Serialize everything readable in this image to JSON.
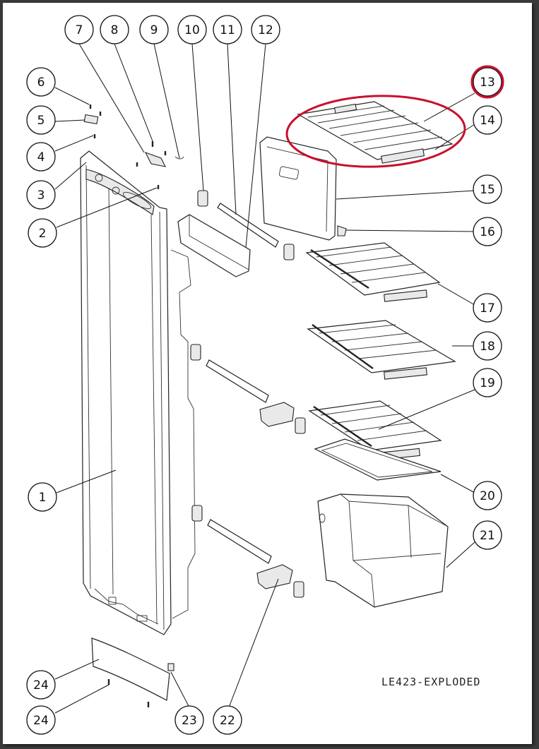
{
  "drawing_id": "LE423-EXPLODED",
  "callouts": [
    "1",
    "2",
    "3",
    "4",
    "5",
    "6",
    "7",
    "8",
    "9",
    "10",
    "11",
    "12",
    "13",
    "14",
    "15",
    "16",
    "17",
    "18",
    "19",
    "20",
    "21",
    "22",
    "23",
    "24",
    "24"
  ],
  "highlight": {
    "color": "#c8102e",
    "callout": "13",
    "part": "14"
  }
}
